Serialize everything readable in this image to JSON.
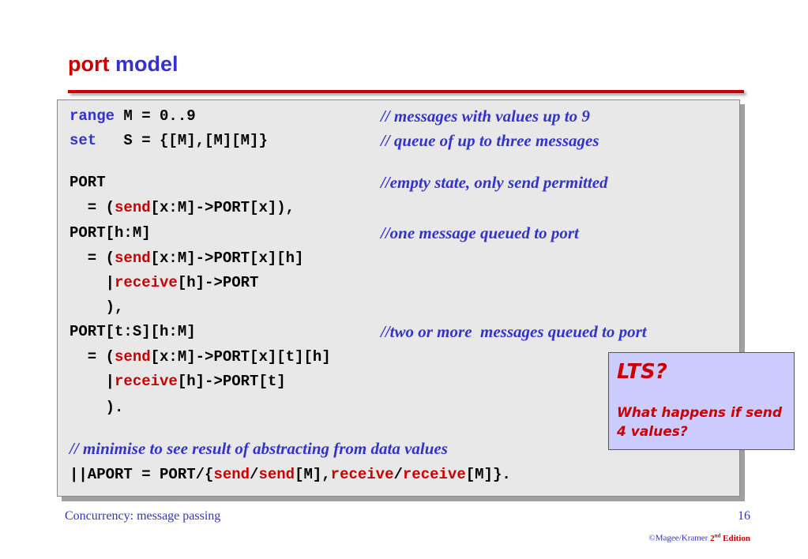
{
  "slide": {
    "title_part1": "port",
    "title_part2": "model",
    "accent_red": "#cc0000",
    "accent_blue": "#3333cc"
  },
  "code": {
    "range_kw": "range",
    "range_rest": " M = 0..9",
    "range_comment": "// messages with values up to 9",
    "set_kw": "set",
    "set_rest": "   S = {[M],[M][M]}",
    "set_comment": "// queue of up to three messages",
    "port_empty": "PORT",
    "port_empty_comment": "//empty state, only send permitted",
    "l1_pre": "  = (",
    "l1_send": "send",
    "l1_post": "[x:M]->PORT[x]),",
    "port_one": "PORT[h:M]",
    "port_one_comment": "//one message queued to port",
    "l2_pre": "  = (",
    "l2_send": "send",
    "l2_post": "[x:M]->PORT[x][h]",
    "l3_pre": "    |",
    "l3_recv": "receive",
    "l3_post": "[h]->PORT",
    "l4": "    ),",
    "port_two": "PORT[t:S][h:M]",
    "port_two_comment": "//two or more  messages queued to port",
    "l5_pre": "  = (",
    "l5_send": "send",
    "l5_post": "[x:M]->PORT[x][t][h]",
    "l6_pre": "    |",
    "l6_recv": "receive",
    "l6_post": "[h]->PORT[t]",
    "l7": "    ).",
    "minimise_comment": "// minimise to see result of abstracting from data values",
    "aport_pre": "||APORT = PORT/{",
    "aport_send1": "send",
    "aport_slash1": "/",
    "aport_send2": "send",
    "aport_mid": "[M],",
    "aport_recv1": "receive",
    "aport_slash2": "/",
    "aport_recv2": "receive",
    "aport_end": "[M]}."
  },
  "callout": {
    "title": "LTS?",
    "body": "What happens if send 4 values?"
  },
  "footer": {
    "left": "Concurrency: message passing",
    "page_number": "16",
    "copyright_pre": "©Magee/Kramer ",
    "edition_num": "2",
    "edition_sup": "nd",
    "edition_word": " Edition"
  }
}
